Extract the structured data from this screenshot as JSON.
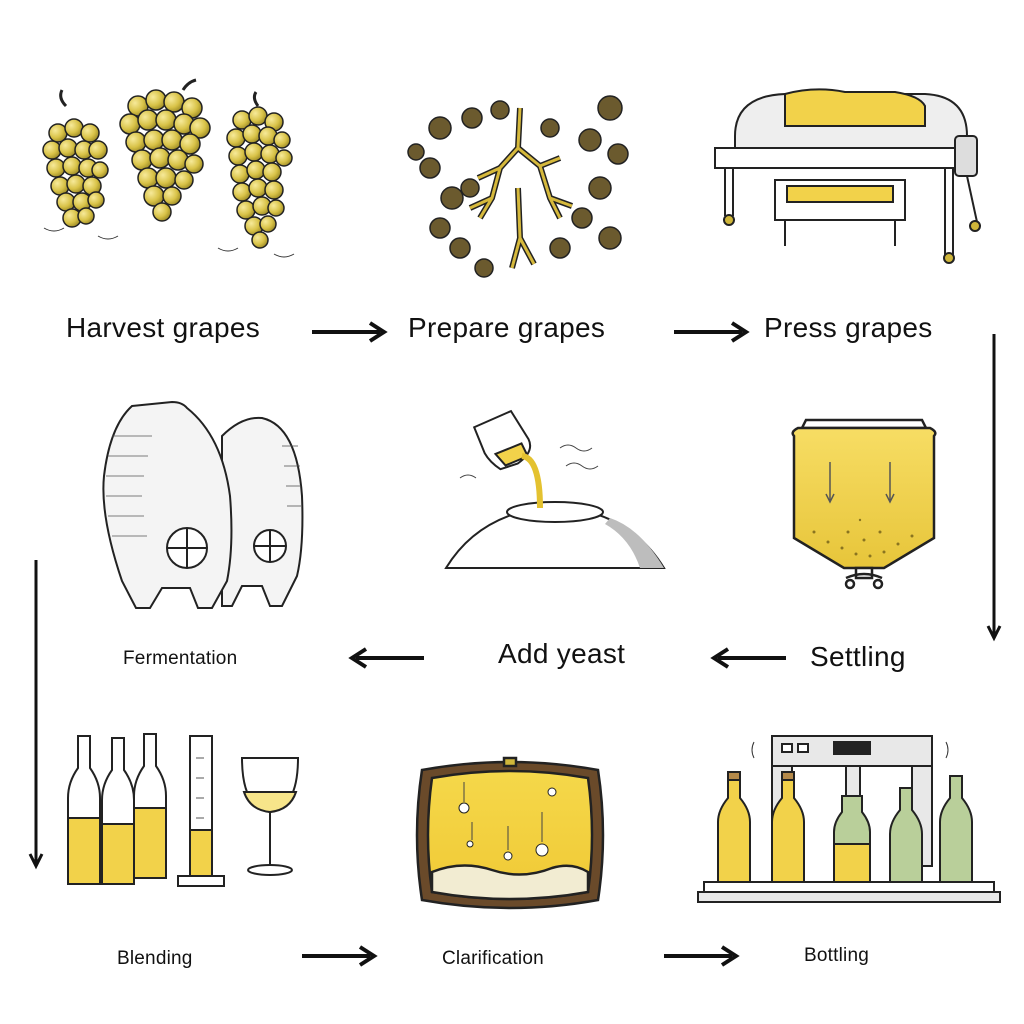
{
  "steps": [
    {
      "label": "Harvest grapes",
      "icon": "grape-bunches-icon"
    },
    {
      "label": "Prepare grapes",
      "icon": "destemmed-grapes-icon"
    },
    {
      "label": "Press grapes",
      "icon": "wine-press-icon"
    },
    {
      "label": "Settling",
      "icon": "settling-tank-icon"
    },
    {
      "label": "Add yeast",
      "icon": "pour-yeast-icon"
    },
    {
      "label": "Fermentation",
      "icon": "concrete-egg-tanks-icon"
    },
    {
      "label": "Blending",
      "icon": "blending-bottles-glass-icon"
    },
    {
      "label": "Clarification",
      "icon": "barrel-cross-section-icon"
    },
    {
      "label": "Bottling",
      "icon": "bottling-machine-icon"
    }
  ],
  "colors": {
    "wine_yellow": "#f2d24a",
    "gold": "#cfb63a",
    "olive_grape": "#6b5a2e",
    "ink": "#111111",
    "green_bottle": "#b9cf9a"
  }
}
